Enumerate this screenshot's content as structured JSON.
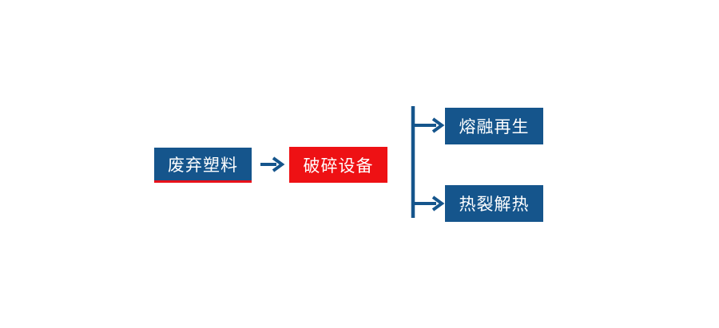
{
  "diagram": {
    "type": "process-flow",
    "title": "",
    "background_color": "#ffffff",
    "colors": {
      "primary_blue": "#15558C",
      "accent_red": "#EE1114",
      "underline_red": "#E8111A",
      "text": "#ffffff",
      "connector": "#15558C"
    },
    "nodes": [
      {
        "id": "input",
        "label": "废弃塑料",
        "role": "input",
        "fill": "#15558C",
        "accent_border": "#E8111A"
      },
      {
        "id": "process",
        "label": "破碎设备",
        "role": "process",
        "fill": "#EE1114",
        "accent_border": ""
      },
      {
        "id": "output-top",
        "label": "熔融再生",
        "role": "output",
        "fill": "#15558C",
        "accent_border": ""
      },
      {
        "id": "output-bottom",
        "label": "热裂解热",
        "role": "output",
        "fill": "#15558C",
        "accent_border": ""
      }
    ],
    "connectors": [
      {
        "id": "main-arrow",
        "from": "input",
        "to": "process",
        "style": "straight-arrow",
        "color": "#15558C"
      },
      {
        "id": "branch-split",
        "from": "process",
        "to": "output-top, output-bottom",
        "style": "vertical-trunk-two-arrows",
        "color": "#15558C"
      }
    ]
  }
}
